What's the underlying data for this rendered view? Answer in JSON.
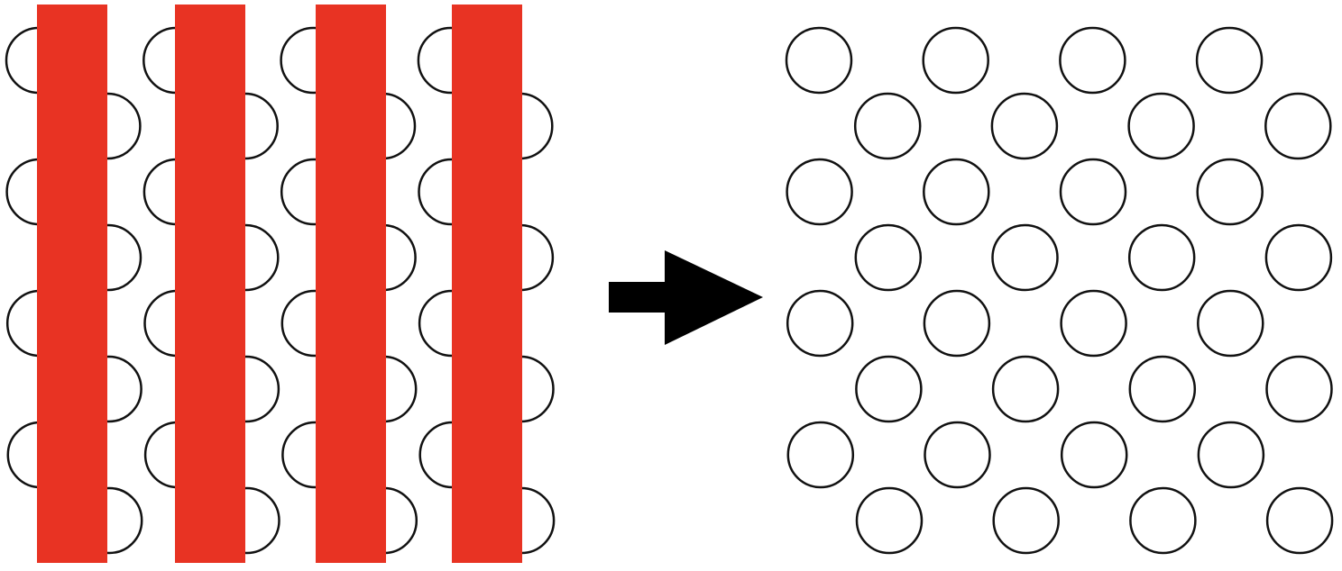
{
  "diagram": {
    "type": "before-after-transformation",
    "left_panel": {
      "description_name": "occluded-circle-grid",
      "circle_columns": 8,
      "circle_rows": 8,
      "bar_count": 4,
      "bar_color": "#E83323",
      "circle_stroke": "#111111",
      "circle_fill": "#ffffff"
    },
    "connector": {
      "icon": "right-arrow-icon",
      "color": "#000000"
    },
    "right_panel": {
      "description_name": "staggered-circle-grid",
      "circle_columns": 8,
      "circle_rows": 8,
      "circle_stroke": "#111111",
      "circle_fill": "#ffffff"
    }
  }
}
